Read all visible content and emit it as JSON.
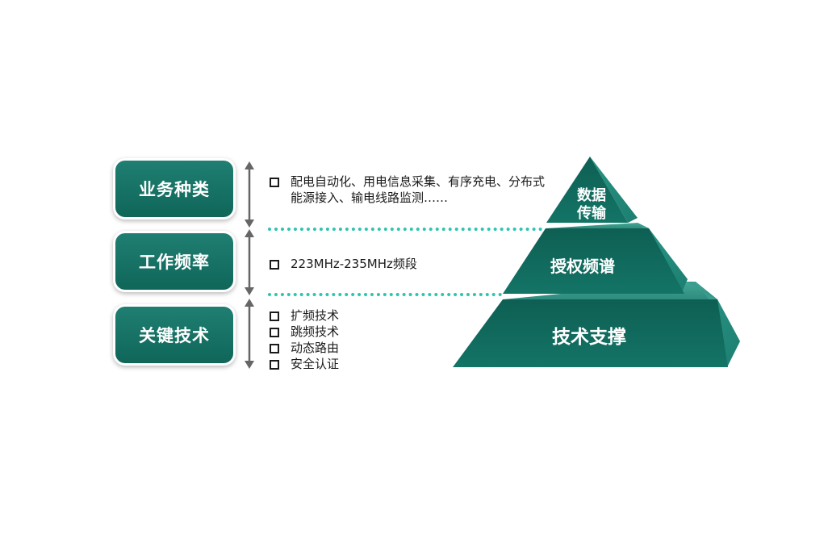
{
  "rows": [
    {
      "label": "业务种类",
      "items": [
        "配电自动化、用电信息采集、有序充电、分布式能源接入、输电线路监测……"
      ]
    },
    {
      "label": "工作频率",
      "items": [
        "223MHz-235MHz频段"
      ]
    },
    {
      "label": "关键技术",
      "items": [
        "扩频技术",
        "跳频技术",
        "动态路由",
        "安全认证"
      ]
    }
  ],
  "pyramid": {
    "top_line1": "数据",
    "top_line2": "传输",
    "middle": "授权频谱",
    "bottom": "技术支撑"
  },
  "colors": {
    "primary": "#136b5e",
    "separator": "#2ec4b0",
    "arrow": "#666666"
  }
}
